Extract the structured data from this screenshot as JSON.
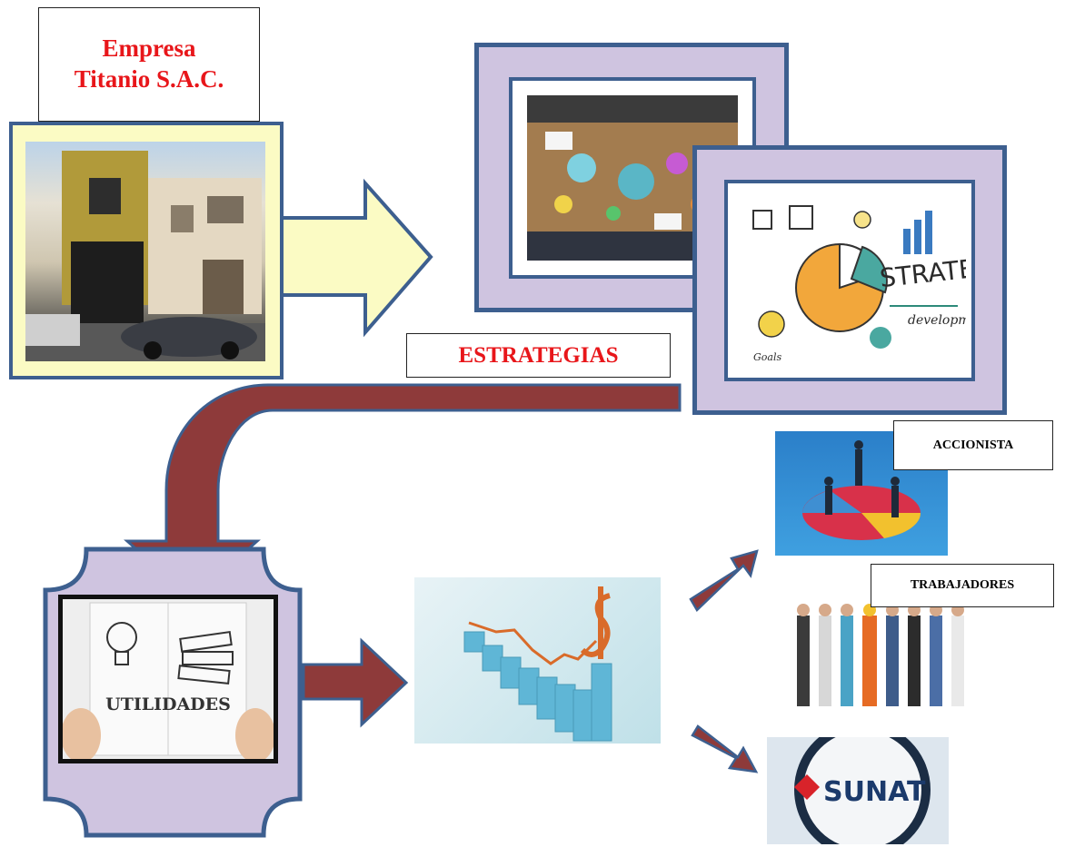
{
  "company": {
    "line1": "Empresa",
    "line2": "Titanio S.A.C."
  },
  "strategies_label": "ESTRATEGIAS",
  "utilities_label": "UTILIDADES",
  "strategy_image": {
    "title": "STRATEGY",
    "subtitle": "development",
    "goals": "Goals"
  },
  "beneficiaries": {
    "shareholder": "ACCIONISTA",
    "workers": "TRABAJADORES",
    "tax_agency": "SUNAT"
  },
  "colors": {
    "title_red": "#e8161a",
    "frame_fill": "#cfc4e0",
    "frame_border": "#3d5f8f",
    "arrow_yellow": "#fbfbc4",
    "arrow_maroon": "#8e3a3a"
  }
}
